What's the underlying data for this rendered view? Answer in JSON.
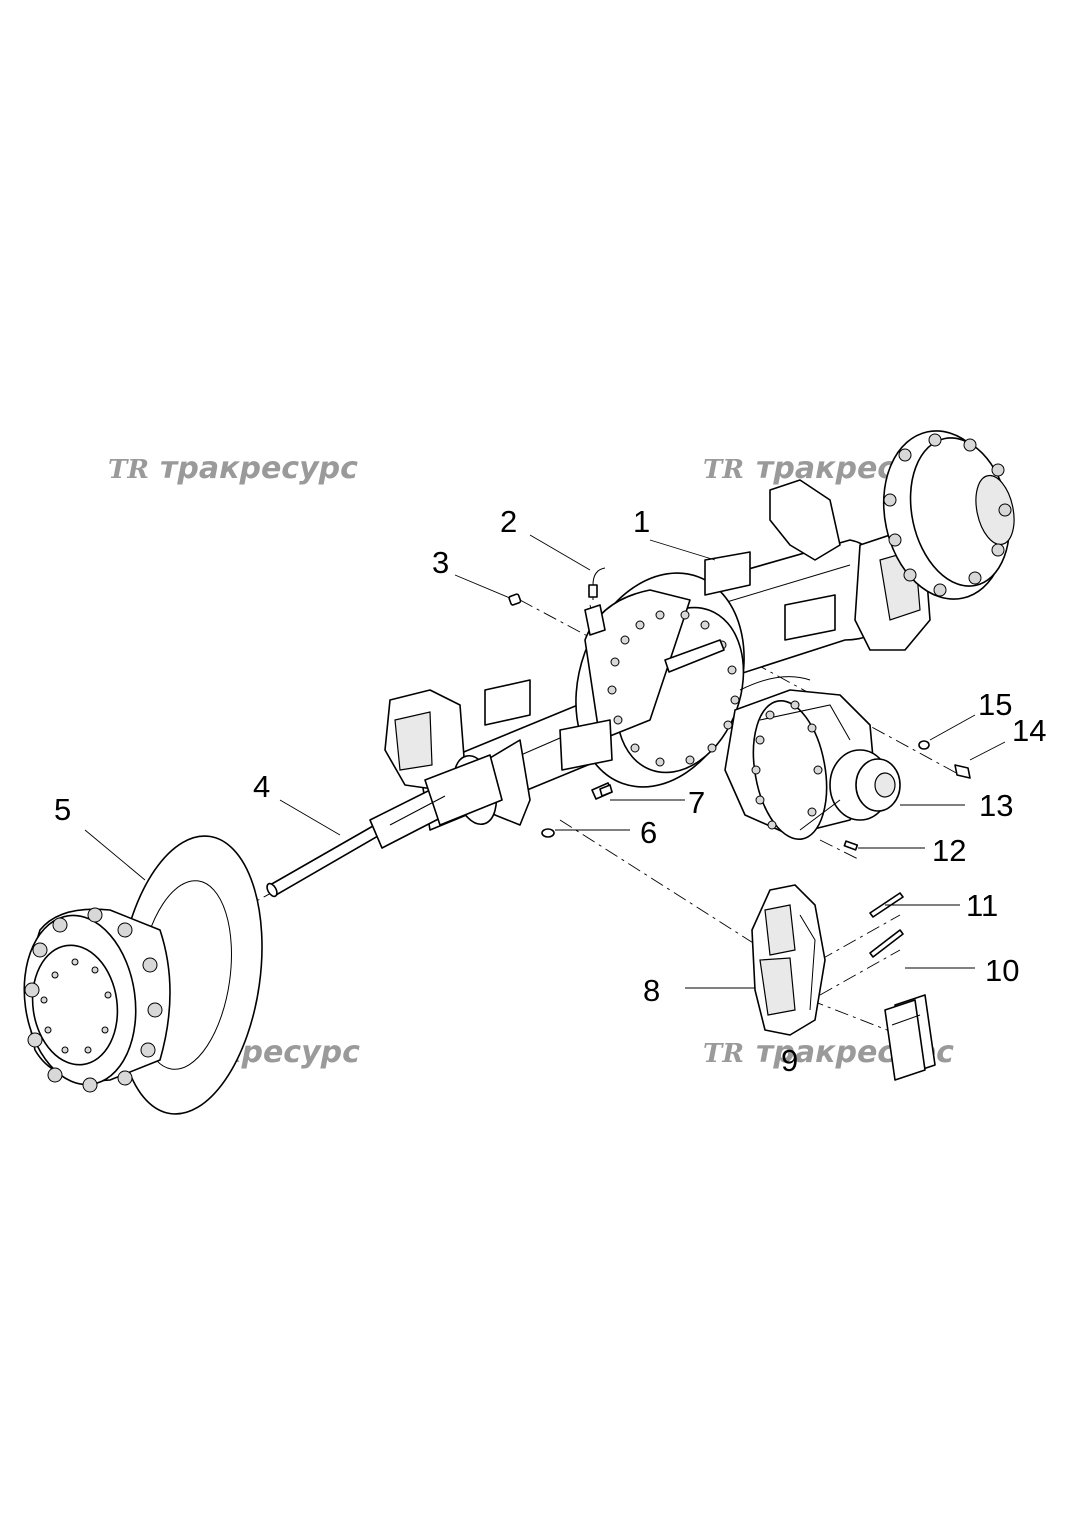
{
  "watermark": {
    "logo": "TR",
    "text": "тракресурс"
  },
  "callouts": [
    {
      "id": "1",
      "label": "1"
    },
    {
      "id": "2",
      "label": "2"
    },
    {
      "id": "3",
      "label": "3"
    },
    {
      "id": "4",
      "label": "4"
    },
    {
      "id": "5",
      "label": "5"
    },
    {
      "id": "6",
      "label": "6"
    },
    {
      "id": "7",
      "label": "7"
    },
    {
      "id": "8",
      "label": "8"
    },
    {
      "id": "9",
      "label": "9"
    },
    {
      "id": "10",
      "label": "10"
    },
    {
      "id": "11",
      "label": "11"
    },
    {
      "id": "12",
      "label": "12"
    },
    {
      "id": "13",
      "label": "13"
    },
    {
      "id": "14",
      "label": "14"
    },
    {
      "id": "15",
      "label": "15"
    }
  ]
}
